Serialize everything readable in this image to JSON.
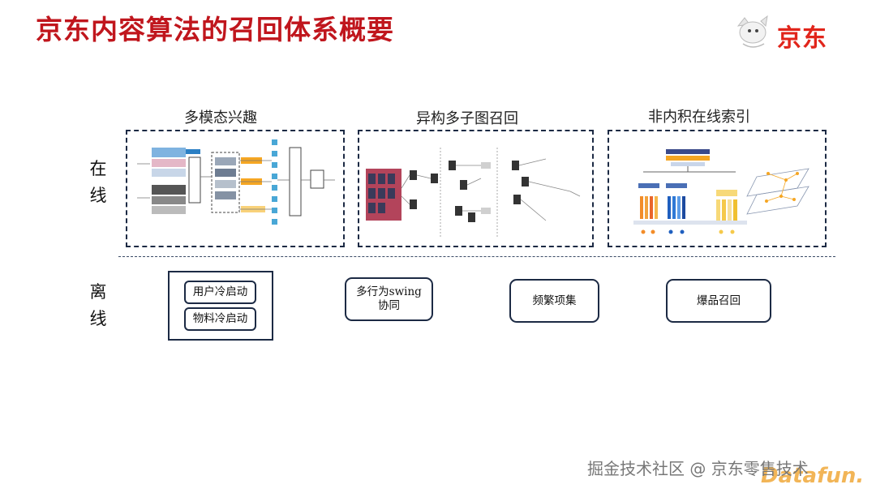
{
  "header": {
    "title": "京东内容算法的召回体系概要",
    "logo_text": "京东"
  },
  "panels": [
    {
      "title": "多模态兴趣"
    },
    {
      "title": "异构多子图召回"
    },
    {
      "title": "非内积在线索引"
    }
  ],
  "sections": {
    "online": [
      "在",
      "线"
    ],
    "offline": [
      "离",
      "线"
    ]
  },
  "offline_boxes": {
    "group": [
      "用户冷启动",
      "物料冷启动"
    ],
    "swing": [
      "多行为swing",
      "协同"
    ],
    "frequent": "频繁项集",
    "hot": "爆品召回"
  },
  "watermark": "掘金技术社区 @ 京东零售技术",
  "colors": {
    "title_red": "#c0161d",
    "logo_red": "#e1251b",
    "border_navy": "#1c2a44"
  }
}
